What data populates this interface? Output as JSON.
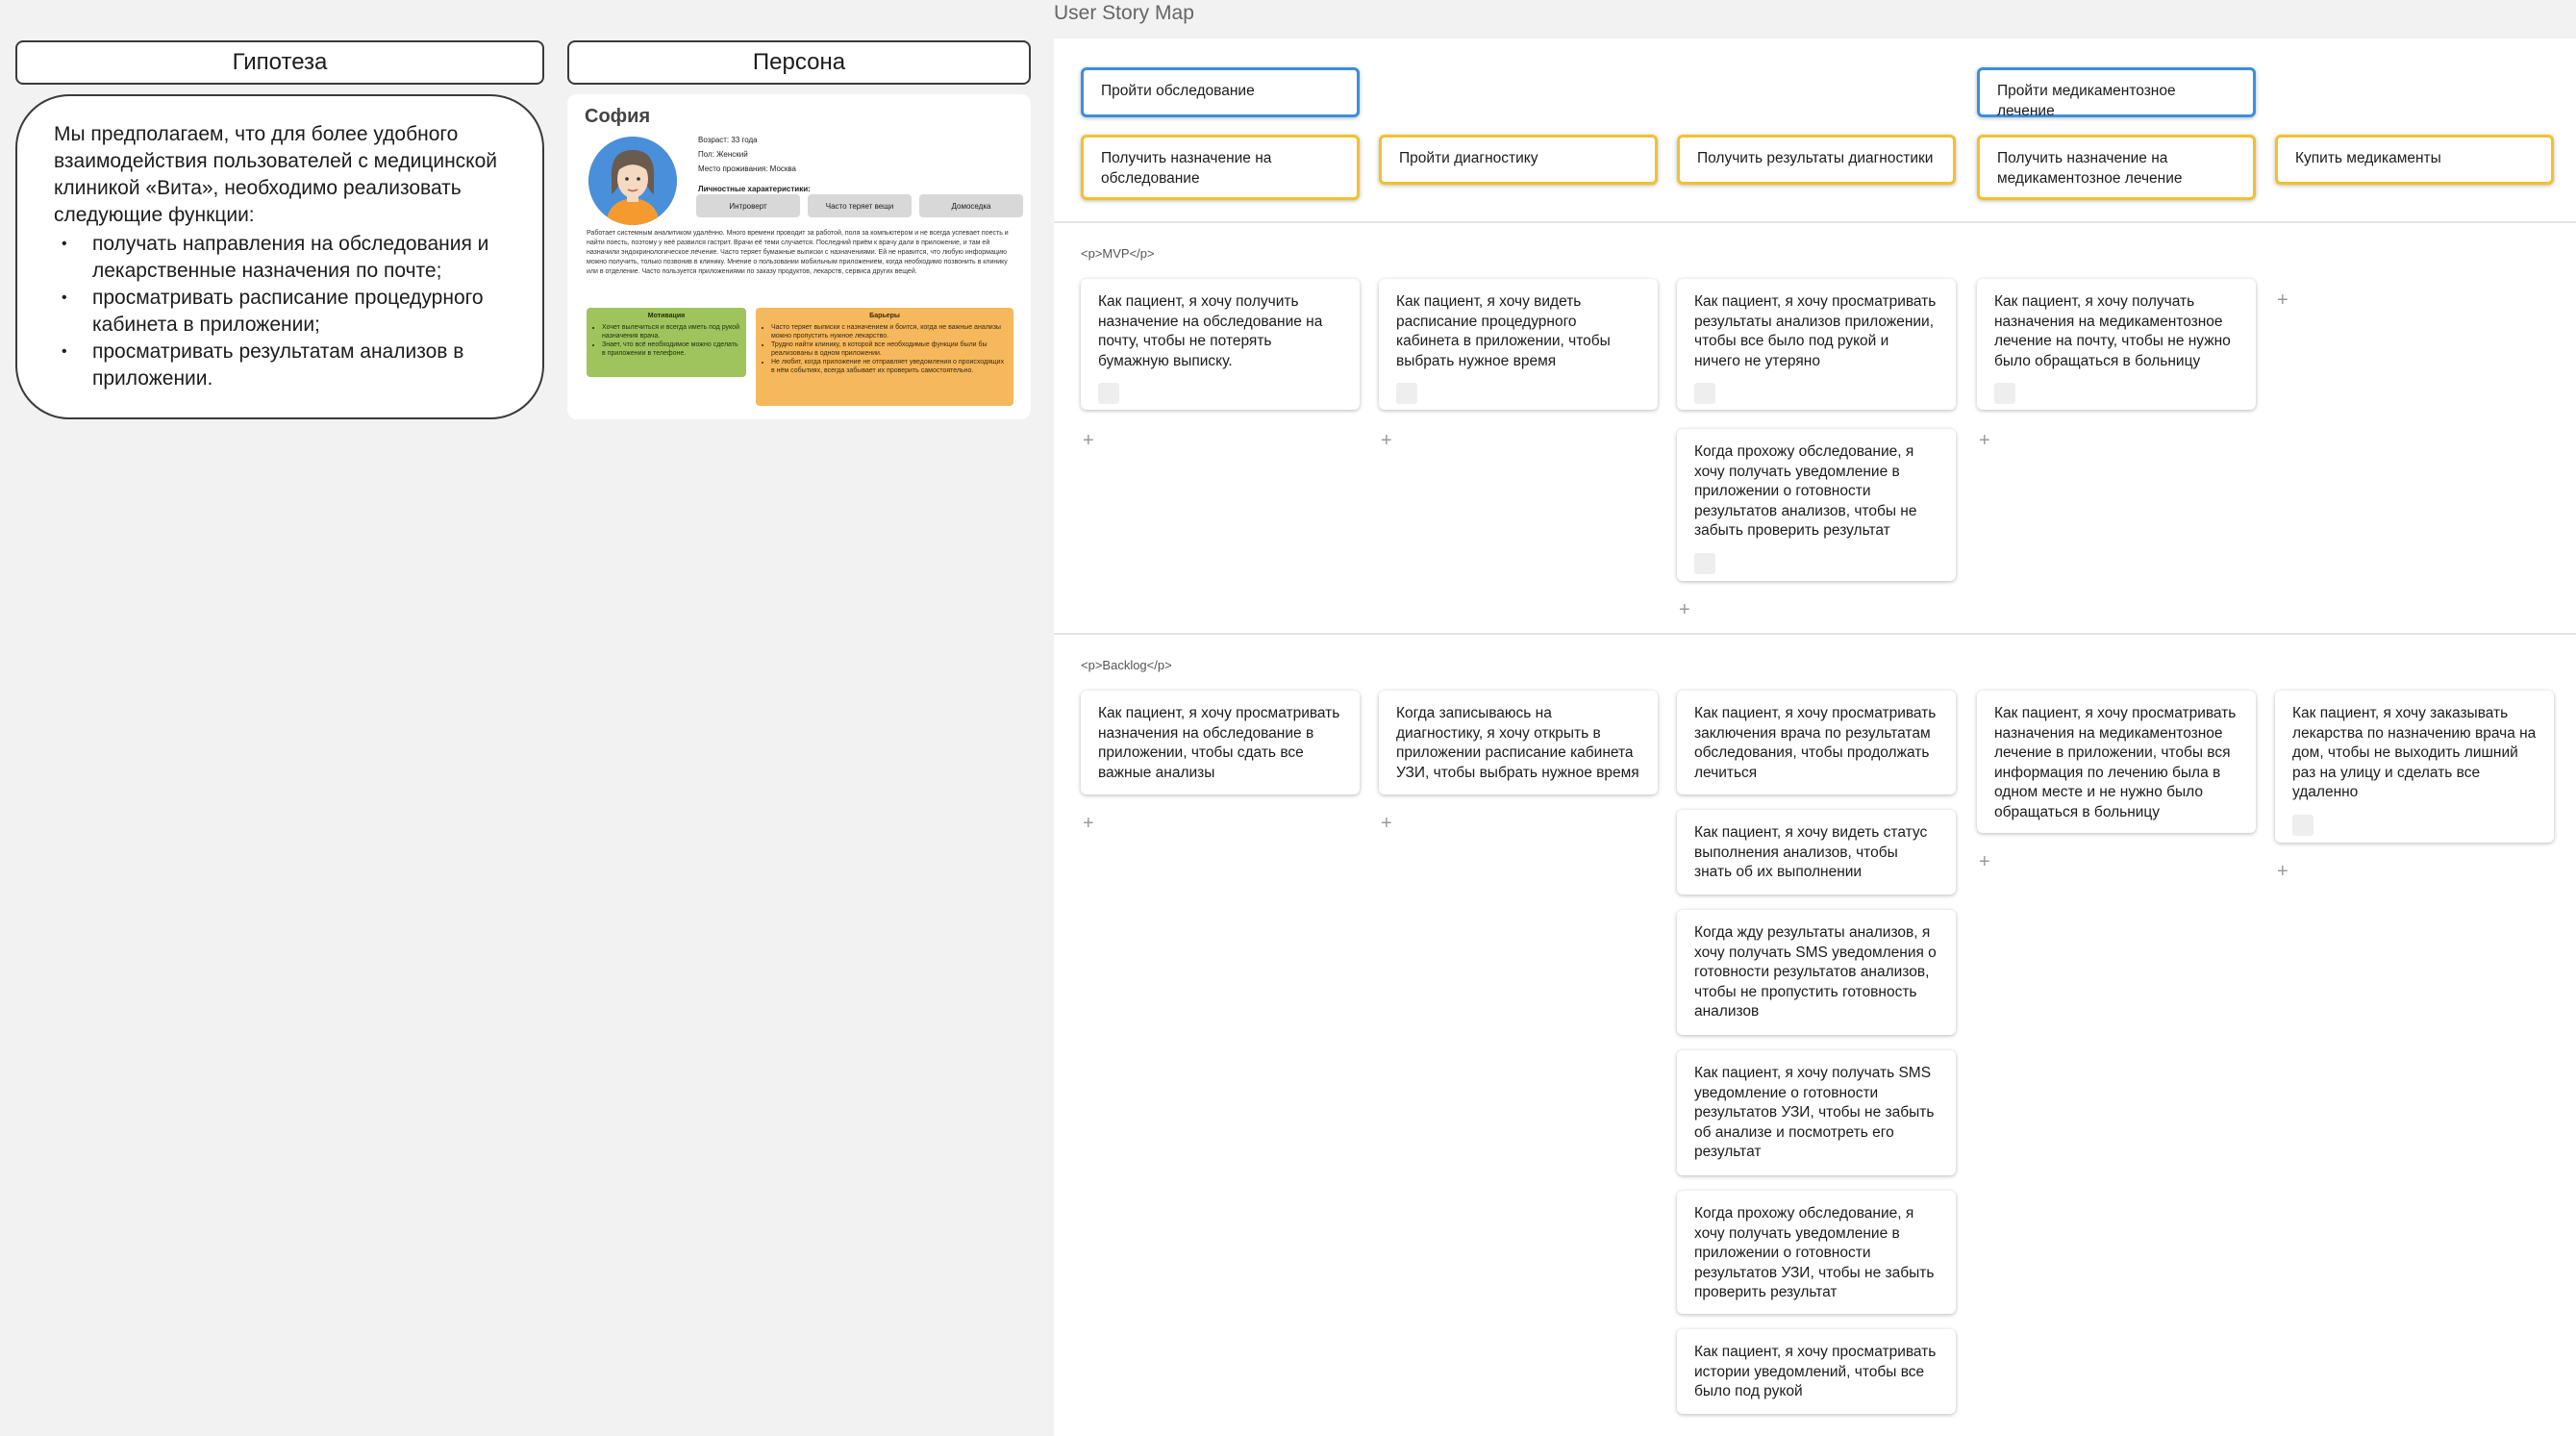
{
  "hypothesis": {
    "title": "Гипотеза",
    "intro": "Мы предполагаем, что для более удобного взаимодействия пользователей с медицинской клиникой «Вита», необходимо реализовать следующие функции:",
    "items": [
      "получать направления на обследования и лекарственные назначения по почте;",
      "просматривать расписание процедурного кабинета в приложении;",
      "просматривать результатам анализов в приложении."
    ]
  },
  "persona": {
    "title": "Персона",
    "name": "София",
    "age": "Возраст: 33 года",
    "gender": "Пол: Женский",
    "location": "Место проживания: Москва",
    "traits_label": "Личностные характеристики:",
    "traits": [
      "Интроверт",
      "Часто теряет вещи",
      "Домоседка"
    ],
    "bio": "Работает системным аналитиком удалённо. Много времени проводит за работой, поля за компьютером и не всегда успевает поесть и найти поесть, поэтому у неё развился гастрит. Врачи её теми случается. Последний приём к врачу дали в приложение, и там ей назначили эндокринологическое лечение. Часто теряет бумажные выписки с назначениями. Ей не нравится, что любую информацию можно получить, только позвонив в клинику. Мнение о пользовании мобильным приложением, когда необходимо позвонить в клинику или в отделение. Часто пользуется приложениями по заказу продуктов, лекарств, сервиса других вещей.",
    "motivation_title": "Мотивация",
    "motivation": [
      "Хочет вылечиться и всегда иметь под рукой назначения врача.",
      "Знает, что всё необходимое можно сделать в приложении в телефоне."
    ],
    "barriers_title": "Барьеры",
    "barriers": [
      "Часто теряет выписки с назначением и боится, когда не важные анализы можно пропустить нужное лекарство.",
      "Трудно найти клинику, в которой все необходимые функции были бы реализованы в одном приложении.",
      "Не любит, когда приложение не отправляет уведомления о происходящих в нём событиях, всегда забывает их проверить самостоятельно."
    ]
  },
  "story_map": {
    "title": "User Story Map",
    "activities": [
      "Пройти обследование",
      "Пройти медикаментозное лечение"
    ],
    "steps": [
      "Получить назначение на обследование",
      "Пройти диагностику",
      "Получить результаты диагностики",
      "Получить назначение на медикаментозное лечение",
      "Купить медикаменты"
    ],
    "mvp_label": "<p>MVP</p>",
    "backlog_label": "<p>Backlog</p>",
    "mvp": [
      [
        "Как пациент, я хочу получить назначение на обследование на почту, чтобы не потерять бумажную выписку."
      ],
      [
        "Как пациент, я хочу видеть расписание процедурного кабинета в приложении, чтобы выбрать нужное время"
      ],
      [
        "Как пациент, я хочу просматривать результаты анализов приложении, чтобы все было под рукой и ничего не утеряно",
        "Когда прохожу обследование, я хочу получать уведомление в приложении о готовности результатов анализов, чтобы не забыть проверить результат"
      ],
      [
        "Как пациент, я хочу получать назначения на медикаментозное лечение на почту, чтобы не нужно было обращаться в больницу"
      ],
      []
    ],
    "backlog": [
      [
        "Как пациент, я хочу просматривать назначения на обследование в приложении, чтобы сдать все важные анализы"
      ],
      [
        "Когда записываюсь на диагностику, я хочу открыть в приложении расписание кабинета УЗИ, чтобы выбрать нужное время"
      ],
      [
        "Как пациент, я хочу просматривать заключения врача по результатам обследования, чтобы продолжать лечиться",
        "Как пациент, я хочу видеть статус выполнения анализов, чтобы знать об их выполнении",
        "Когда жду результаты анализов, я хочу получать SMS уведомления о готовности результатов анализов, чтобы не пропустить готовность анализов",
        "Как пациент, я хочу получать SMS уведомление о готовности результатов УЗИ, чтобы не забыть об анализе и посмотреть его результат",
        "Когда прохожу обследование, я хочу получать уведомление в приложении о готовности результатов УЗИ, чтобы не забыть проверить результат",
        "Как пациент, я хочу просматривать истории уведомлений, чтобы все было под рукой"
      ],
      [
        "Как пациент, я хочу просматривать назначения на медикаментозное лечение в приложении, чтобы вся информация по лечению была в одном месте и не нужно было обращаться в больницу"
      ],
      [
        "Как пациент, я хочу заказывать лекарства по назначению врача на дом, чтобы не выходить лишний раз на улицу и сделать все удаленно"
      ]
    ],
    "add_symbol": "+"
  }
}
